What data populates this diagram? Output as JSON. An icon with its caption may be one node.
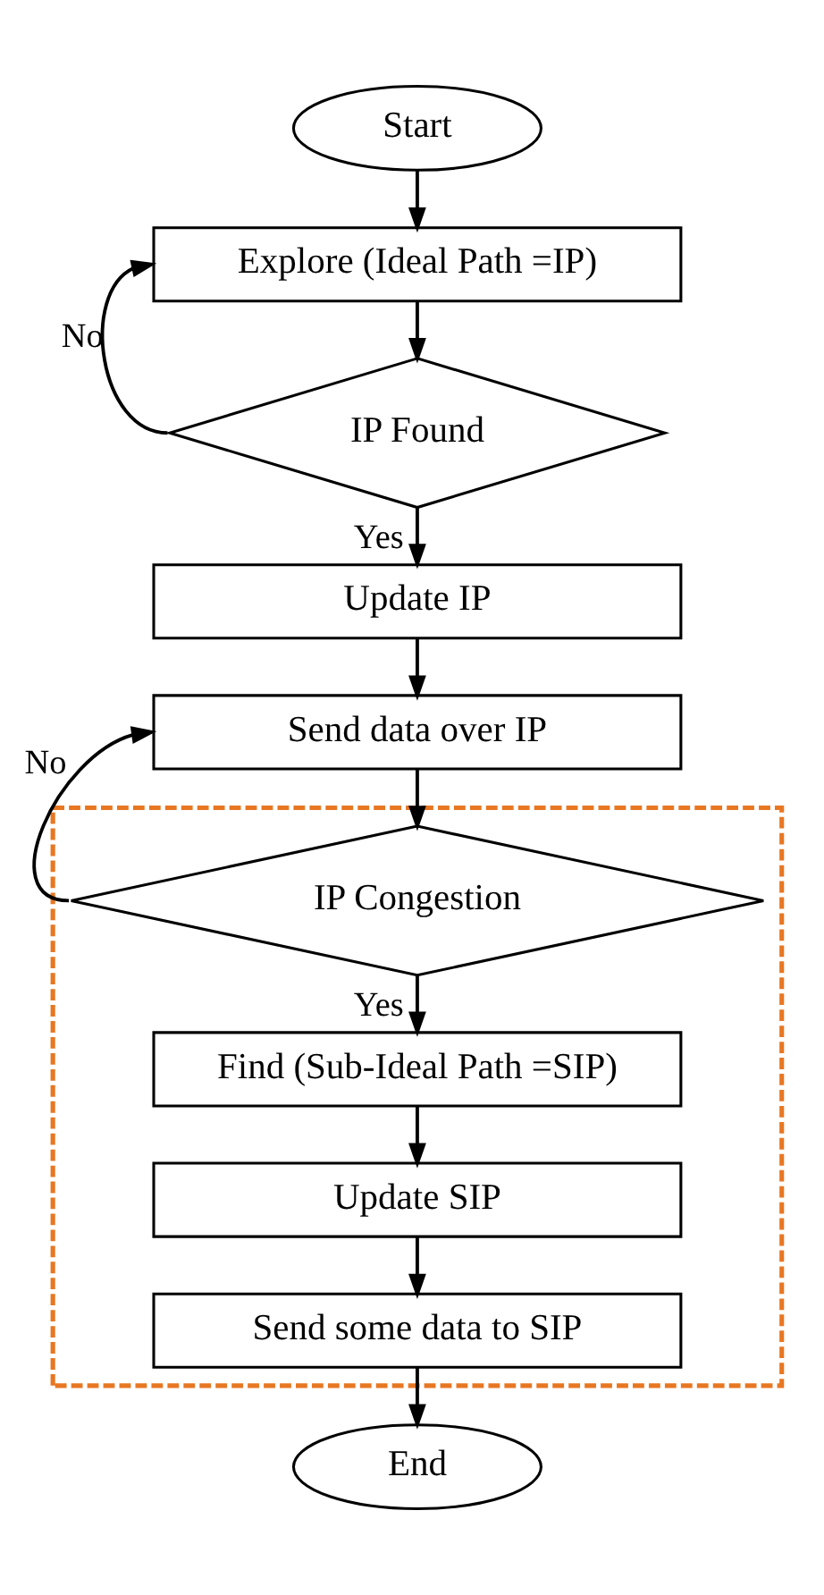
{
  "diagram": {
    "nodes": [
      {
        "text": [
          "Start"
        ]
      },
      {
        "text": [
          "Explore (Ideal Path =IP)"
        ]
      },
      {
        "text": [
          "IP Found"
        ]
      },
      {
        "text": [
          "Update IP"
        ]
      },
      {
        "text": [
          "Send data over IP"
        ]
      },
      {
        "text": [],
        "shape": "box"
      },
      {
        "text": [
          "IP Congestion"
        ],
        "in": 5
      },
      {
        "text": [
          "Find (Sub-Ideal Path =SIP)"
        ],
        "in": 5
      },
      {
        "text": [
          "Update SIP"
        ],
        "in": 5
      },
      {
        "text": [
          "Send some data to SIP"
        ],
        "in": 5
      },
      {
        "text": [
          "End"
        ]
      }
    ],
    "edges": [
      {
        "from": 0,
        "to": 1,
        "arrow": "to"
      },
      {
        "from": 1,
        "to": 2,
        "arrow": "to"
      },
      {
        "from": 2,
        "to": 1,
        "arrow": "to",
        "label": "No"
      },
      {
        "from": 2,
        "to": 3,
        "arrow": "to",
        "label": "Yes"
      },
      {
        "from": 3,
        "to": 4,
        "arrow": "to"
      },
      {
        "from": 4,
        "to": 6,
        "arrow": "to"
      },
      {
        "from": 6,
        "to": 4,
        "arrow": "to",
        "label": "No"
      },
      {
        "from": 6,
        "to": 7,
        "arrow": "to",
        "label": "Yes"
      },
      {
        "from": 7,
        "to": 8,
        "arrow": "to"
      },
      {
        "from": 8,
        "to": 9,
        "arrow": "to"
      },
      {
        "from": 9,
        "to": 10,
        "arrow": "to"
      }
    ]
  }
}
